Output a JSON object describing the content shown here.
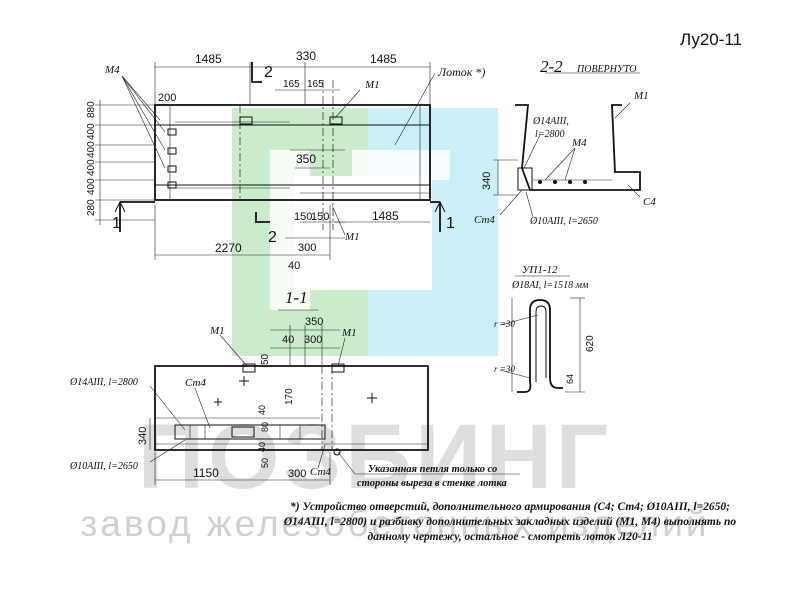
{
  "drawing_code": "Лу20-11",
  "watermark": {
    "brand": "ПОЗБИНГ",
    "company": "завод железобетонных изделий",
    "colors": {
      "green": "#9fdc9f",
      "cyan": "#a8e6f5",
      "gray": "#8c8c8c"
    }
  },
  "plan": {
    "dims_top": [
      "1485",
      "330",
      "1485"
    ],
    "dims_mid": [
      "165",
      "165"
    ],
    "dims_left": [
      "880",
      "400",
      "400",
      "400",
      "400",
      "280"
    ],
    "dim_200": "200",
    "dim_350": "350",
    "dims_bottom_small": [
      "150",
      "150"
    ],
    "dim_right_1485": "1485",
    "dims_bottom": [
      "2270",
      "300",
      "40"
    ],
    "labels": {
      "m4": "М4",
      "m1_top": "М1",
      "m1_bottom": "М1",
      "tray": "Лоток *)"
    },
    "section_marks": {
      "s1": "1",
      "s2": "2"
    }
  },
  "section_22": {
    "title": "2-2",
    "subtitle": "ПОВЕРНУТО",
    "labels": {
      "m1": "М1",
      "bar14": "Ø14АIII,",
      "bar14_len": "l=2800",
      "m4": "М4",
      "c4": "С4",
      "ct4": "Ст4",
      "bar10": "Ø10АIII, l=2650",
      "dim340": "340"
    }
  },
  "up": {
    "title": "УП1-12",
    "spec": "Ø18АI, l=1518 мм",
    "r1": "r =30",
    "r2": "r =30",
    "dim620": "620",
    "dim64": "64"
  },
  "section_11": {
    "title": "1-1",
    "dims_top": [
      "350",
      "40",
      "300"
    ],
    "dim50": "50",
    "dim170": "170",
    "dims_mid": [
      "40",
      "80"
    ],
    "dims_low": [
      "40",
      "50"
    ],
    "dim340": "340",
    "dims_bottom": [
      "1150",
      "300"
    ],
    "labels": {
      "m1_left": "М1",
      "m1_right": "М1",
      "bar14": "Ø14АIII, l=2800",
      "ct4_top": "Ст4",
      "bar10": "Ø10АIII, l=2650",
      "ct4_bottom": "Ст4"
    },
    "loop_note": [
      "Указанная петля только со",
      "стороны выреза в стенке лотка"
    ]
  },
  "footnote": [
    "*) Устройство отверстий, дополнительного армирования (С4; Ст4; Ø10АIII, l=2650;",
    "Ø14АIII, l=2800) и разбивку дополнительных закладных изделий (М1, М4) выполнять по",
    "данному чертежу, остальное - смотреть лоток Л20-11"
  ]
}
